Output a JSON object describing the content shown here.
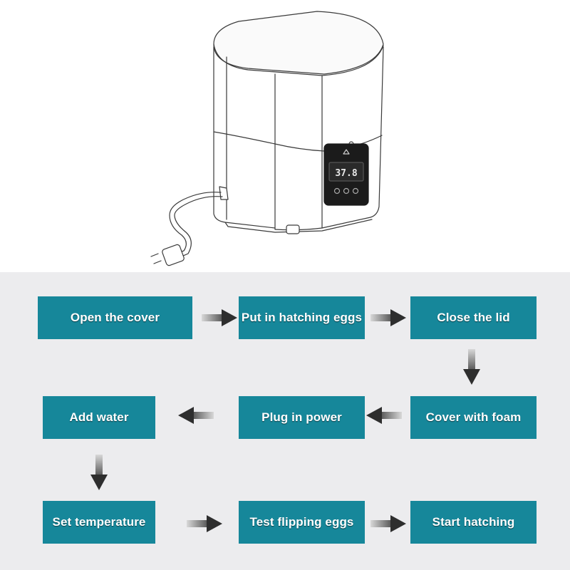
{
  "colors": {
    "step_fill": "#16879a",
    "step_text": "#ffffff",
    "panel_bg": "#ececee",
    "arrow": "#2e2e2e"
  },
  "illustration": {
    "icon": "egg-incubator-icon",
    "display_reading": "37.8"
  },
  "steps": [
    {
      "label": "Open the cover"
    },
    {
      "label": "Put in hatching eggs"
    },
    {
      "label": "Close the lid"
    },
    {
      "label": "Cover with foam"
    },
    {
      "label": "Plug in power"
    },
    {
      "label": "Add water"
    },
    {
      "label": "Set temperature"
    },
    {
      "label": "Test flipping eggs"
    },
    {
      "label": "Start hatching"
    }
  ],
  "arrow_icon": "arrow-icon"
}
